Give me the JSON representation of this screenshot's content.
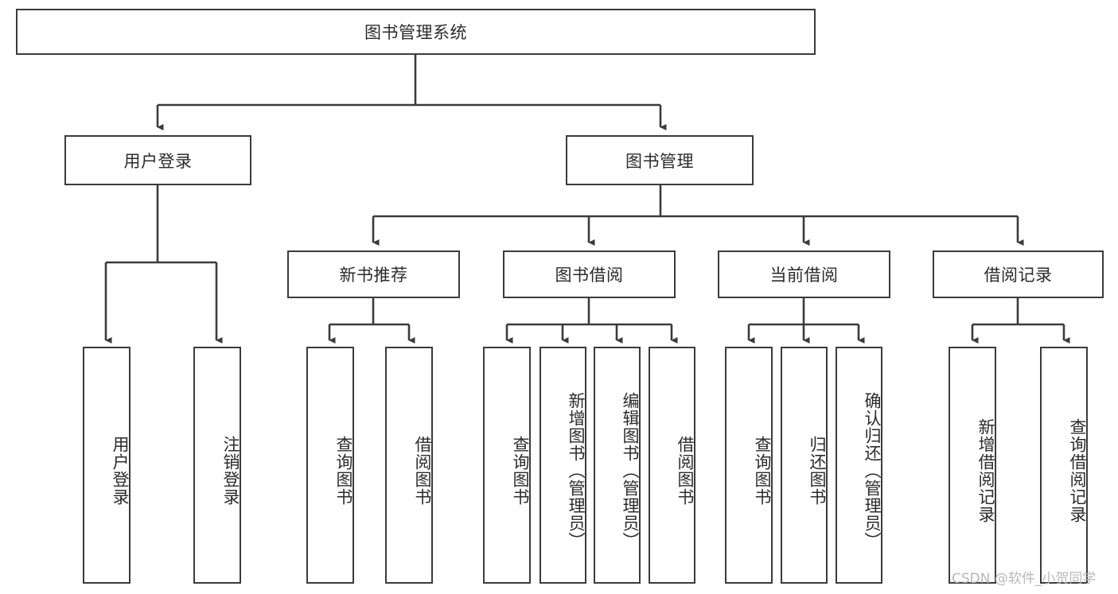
{
  "diagram": {
    "type": "tree-hierarchy-chart",
    "title_node": "图书管理系统",
    "colors": {
      "box_border": "#3b3b3b",
      "box_fill": "#ffffff",
      "edge": "#3b3b3b",
      "text": "#2b2b2b",
      "watermark": "#b9b9b9",
      "background": "#ffffff"
    },
    "watermark": "CSDN @软件_小贺同学",
    "levels": {
      "level1": [
        {
          "id": "root",
          "label": "图书管理系统",
          "orientation": "horizontal"
        }
      ],
      "level2": [
        {
          "id": "user-login",
          "label": "用户登录",
          "orientation": "horizontal"
        },
        {
          "id": "book-manage",
          "label": "图书管理",
          "orientation": "horizontal"
        }
      ],
      "level3": [
        {
          "id": "new-book-recommend",
          "label": "新书推荐",
          "orientation": "horizontal"
        },
        {
          "id": "book-borrow",
          "label": "图书借阅",
          "orientation": "horizontal"
        },
        {
          "id": "current-borrow",
          "label": "当前借阅",
          "orientation": "horizontal"
        },
        {
          "id": "borrow-record",
          "label": "借阅记录",
          "orientation": "horizontal"
        }
      ],
      "level4": [
        {
          "id": "leaf-user-login",
          "label": "用户登录",
          "parent": "user-login",
          "orientation": "vertical"
        },
        {
          "id": "leaf-logout-login",
          "label": "注销登录",
          "parent": "user-login",
          "orientation": "vertical"
        },
        {
          "id": "leaf-query-book-1",
          "label": "查询图书",
          "parent": "new-book-recommend",
          "orientation": "vertical"
        },
        {
          "id": "leaf-borrow-book-1",
          "label": "借阅图书",
          "parent": "new-book-recommend",
          "orientation": "vertical"
        },
        {
          "id": "leaf-query-book-2",
          "label": "查询图书",
          "parent": "book-borrow",
          "orientation": "vertical"
        },
        {
          "id": "leaf-add-book",
          "label": "新增图书（管理员）",
          "parent": "book-borrow",
          "orientation": "vertical"
        },
        {
          "id": "leaf-edit-book",
          "label": "编辑图书（管理员）",
          "parent": "book-borrow",
          "orientation": "vertical"
        },
        {
          "id": "leaf-borrow-book-2",
          "label": "借阅图书",
          "parent": "book-borrow",
          "orientation": "vertical"
        },
        {
          "id": "leaf-query-book-3",
          "label": "查询图书",
          "parent": "current-borrow",
          "orientation": "vertical"
        },
        {
          "id": "leaf-return-book",
          "label": "归还图书",
          "parent": "current-borrow",
          "orientation": "vertical"
        },
        {
          "id": "leaf-confirm-return",
          "label": "确认归还（管理员）",
          "parent": "current-borrow",
          "orientation": "vertical"
        },
        {
          "id": "leaf-add-record",
          "label": "新增借阅记录",
          "parent": "borrow-record",
          "orientation": "vertical"
        },
        {
          "id": "leaf-query-record",
          "label": "查询借阅记录",
          "parent": "borrow-record",
          "orientation": "vertical"
        }
      ]
    }
  }
}
